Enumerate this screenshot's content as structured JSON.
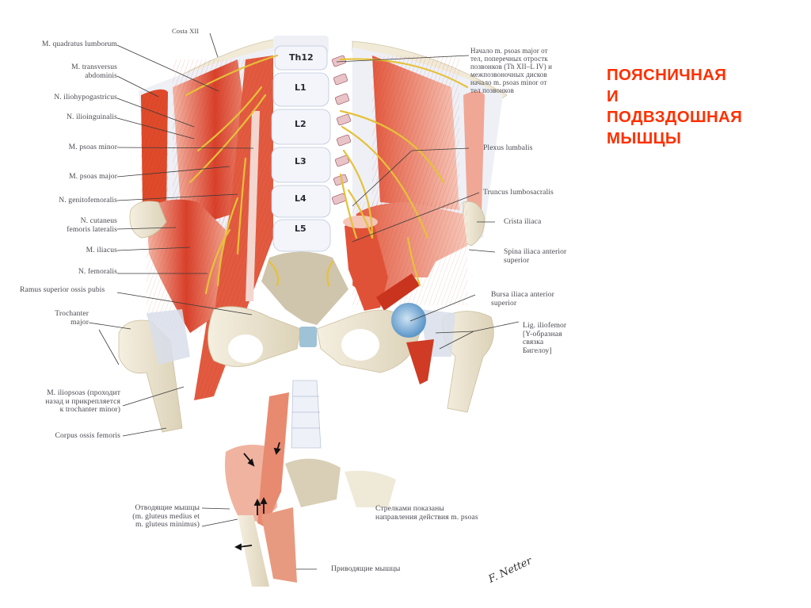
{
  "slide": {
    "title_lines": [
      "ПОЯСНИЧНАЯ",
      "И",
      "ПОДВЗДОШНАЯ",
      "МЫШЦЫ"
    ],
    "title_color": "#ff3000"
  },
  "figure": {
    "left_labels": [
      {
        "id": "quadratus",
        "lines": [
          "M. quadratus lumborum"
        ]
      },
      {
        "id": "transversus",
        "lines": [
          "M. transversus",
          "abdominis"
        ]
      },
      {
        "id": "iliohypogastricus",
        "lines": [
          "N. iliohypogastricus"
        ]
      },
      {
        "id": "ilioinguinalis",
        "lines": [
          "N. ilioinguinalis"
        ]
      },
      {
        "id": "psoas-minor",
        "lines": [
          "M. psoas minor"
        ]
      },
      {
        "id": "psoas-major",
        "lines": [
          "M. psoas major"
        ]
      },
      {
        "id": "genitofemoralis",
        "lines": [
          "N. genitofemoralis"
        ]
      },
      {
        "id": "cutaneus",
        "lines": [
          "N. cutaneus",
          "femoris lateralis"
        ]
      },
      {
        "id": "iliacus",
        "lines": [
          "M. iliacus"
        ]
      },
      {
        "id": "femoralis",
        "lines": [
          "N. femoralis"
        ]
      },
      {
        "id": "ramus",
        "lines": [
          "Ramus superior ossis pubis"
        ]
      },
      {
        "id": "trochanter",
        "lines": [
          "Trochanter",
          "major"
        ]
      },
      {
        "id": "iliopsoas",
        "lines": [
          "M. iliopsoas (проходит",
          "назад и прикрепляется",
          "к trochanter minor)"
        ]
      },
      {
        "id": "corpus",
        "lines": [
          "Corpus ossis femoris"
        ]
      }
    ],
    "top_label": "Costa XII",
    "right_labels": [
      {
        "id": "origin",
        "lines": [
          "Начало m. psoas major от",
          "тел, поперечных отростк",
          "позвонков (Th XII–L IV) и",
          "межпозвоночных дисков",
          "начало m. psoas minor от",
          "тел позвонков"
        ]
      },
      {
        "id": "plexus",
        "lines": [
          "Plexus lumbalis"
        ]
      },
      {
        "id": "truncus",
        "lines": [
          "Truncus lumbosacralis"
        ]
      },
      {
        "id": "crista",
        "lines": [
          "Crista iliaca"
        ]
      },
      {
        "id": "spina",
        "lines": [
          "Spina iliaca anterior",
          "superior"
        ]
      },
      {
        "id": "bursa",
        "lines": [
          "Bursa iliaca anterior",
          "superior"
        ]
      },
      {
        "id": "lig",
        "lines": [
          "Lig. iliofemor",
          "[Y-образная",
          "связка",
          "Бигелоу]"
        ]
      }
    ],
    "vertebrae": [
      "Th12",
      "L1",
      "L2",
      "L3",
      "L4",
      "L5"
    ],
    "inset": {
      "abductors_lines": [
        "Отводящие мышцы",
        "(m. gluteus medius et",
        "m. gluteus minimus)"
      ],
      "arrows_note_lines": [
        "Стрелками показаны",
        "направления действия m. psoas"
      ],
      "adductors": "Приводящие мышцы"
    },
    "signature": "F. Netter"
  },
  "colors": {
    "muscle": "#d9442a",
    "muscle_light": "#ef9a86",
    "bone": "#ede6d3",
    "cartilage": "#dfe6f2",
    "nerve": "#e7c23a",
    "bursa": "#6fa6d3",
    "label_text": "#4a4a52",
    "leader_line": "#3a3a3a"
  }
}
